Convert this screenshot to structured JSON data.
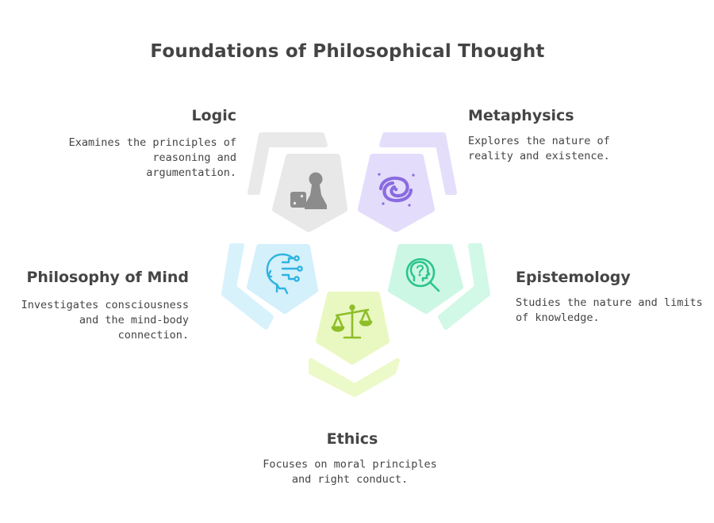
{
  "title": "Foundations of Philosophical Thought",
  "colors": {
    "logic": "#e5e5e5",
    "logic_icon": "#8c8c8c",
    "metaphysics": "#e3dcfb",
    "metaphysics_icon": "#8a6be0",
    "mind": "#d3f0fb",
    "mind_icon": "#2fb3e2",
    "epistemology": "#cdf7e5",
    "epistemology_icon": "#2cc48e",
    "ethics": "#e9f8c0",
    "ethics_icon": "#8fbd2a"
  },
  "items": {
    "logic": {
      "label": "Logic",
      "desc": [
        "Examines the principles of",
        "reasoning and",
        "argumentation."
      ],
      "icon": "chess-pawn-dice-icon"
    },
    "metaphysics": {
      "label": "Metaphysics",
      "desc": [
        "Explores the nature of",
        "reality and existence."
      ],
      "icon": "galaxy-icon"
    },
    "mind": {
      "label": "Philosophy of Mind",
      "desc": [
        "Investigates consciousness",
        "and the mind-body",
        "connection."
      ],
      "icon": "head-circuit-icon"
    },
    "epistemology": {
      "label": "Epistemology",
      "desc": [
        "Studies the nature and limits",
        "of knowledge."
      ],
      "icon": "question-magnifier-icon"
    },
    "ethics": {
      "label": "Ethics",
      "desc": [
        "Focuses on moral principles",
        "and right conduct."
      ],
      "icon": "balance-scale-icon"
    }
  }
}
